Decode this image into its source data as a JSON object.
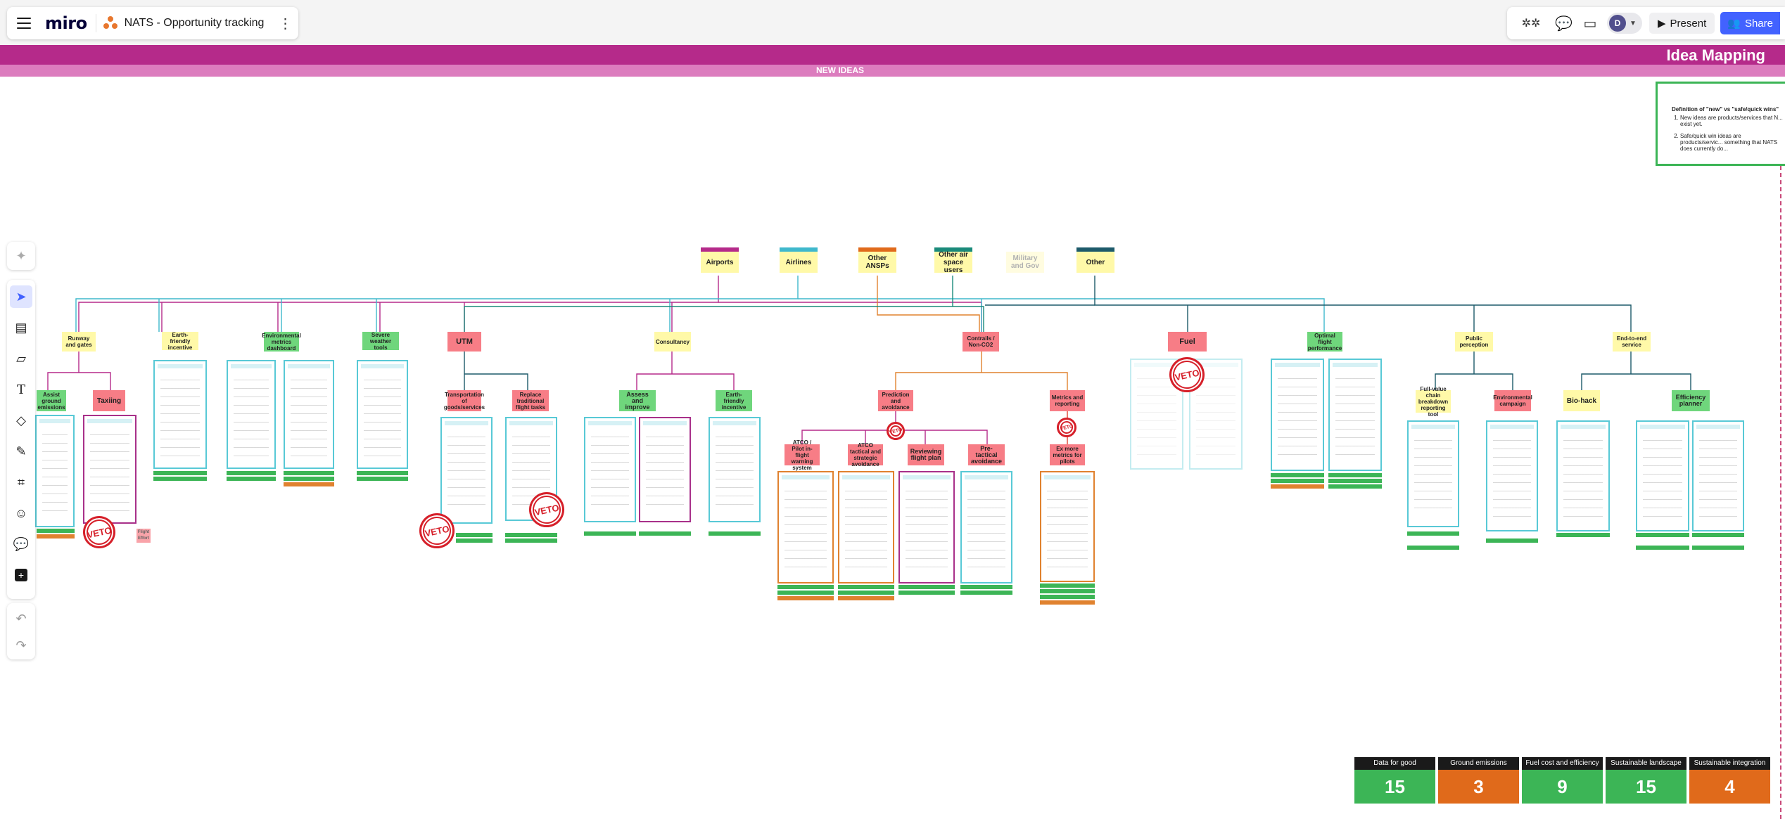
{
  "app": {
    "logo": "miro",
    "board_name": "NATS - Opportunity tracking"
  },
  "toolbar": {
    "present_label": "Present",
    "share_label": "Share",
    "avatar_initial": "D"
  },
  "board": {
    "banner_title": "Idea Mapping",
    "section_label": "NEW IDEAS",
    "definition": {
      "title": "Definition of \"new\" vs \"safe/quick wins\"",
      "items": [
        "New ideas are products/services that N... exist yet.",
        "Safe/quick win ideas are products/servic... something that NATS does currently do..."
      ]
    },
    "headers": {
      "airports": "Airports",
      "airlines": "Airlines",
      "other_ansps": "Other ANSPs",
      "other_airspace": "Other air space users",
      "military": "Military and Gov",
      "other": "Other"
    },
    "themes": {
      "runway": "Runway and gates",
      "earth_incentive": "Earth-friendly incentive",
      "env_dashboard": "Environmental metrics dashboard",
      "severe_weather": "Severe weather tools",
      "utm": "UTM",
      "consultancy": "Consultancy",
      "contrails": "Contrails / Non-CO2",
      "fuel": "Fuel",
      "optimal_flight": "Optimal flight performance",
      "public_perception": "Public perception",
      "end_to_end": "End-to-end service"
    },
    "subthemes": {
      "ground_emissions": "Assist ground emissions",
      "taxiing": "Taxiing",
      "transportation": "Transportation of goods/services",
      "replace_flight_tasks": "Replace traditional flight tasks",
      "assess_improve": "Assess and improve",
      "earth_incentive2": "Earth-friendly incentive",
      "prediction": "Prediction and avoidance",
      "metrics_reporting": "Metrics and reporting",
      "atco_pilot": "ATCO / Pilot in-flight warning system",
      "atco_tactical": "ATCO tactical and strategic avoidance",
      "reviewing": "Reviewing flight plan",
      "pre_tactical": "Pre-tactical avoidance",
      "ex_more": "Ex more metrics for pilots",
      "fullvalue": "Full-value chain breakdown reporting tool",
      "env_campaign": "Environmental campaign",
      "biohack": "Bio-hack",
      "efficiency": "Efficiency planner"
    },
    "veto_label": "VETO",
    "note_small": "Flight Effort"
  },
  "counters": [
    {
      "label": "Data for good",
      "value": "15",
      "color": "#3cb556"
    },
    {
      "label": "Ground emissions",
      "value": "3",
      "color": "#e06a1b"
    },
    {
      "label": "Fuel cost and efficiency",
      "value": "9",
      "color": "#3cb556"
    },
    {
      "label": "Sustainable landscape",
      "value": "15",
      "color": "#3cb556"
    },
    {
      "label": "Sustainable integration",
      "value": "4",
      "color": "#e06a1b"
    }
  ]
}
